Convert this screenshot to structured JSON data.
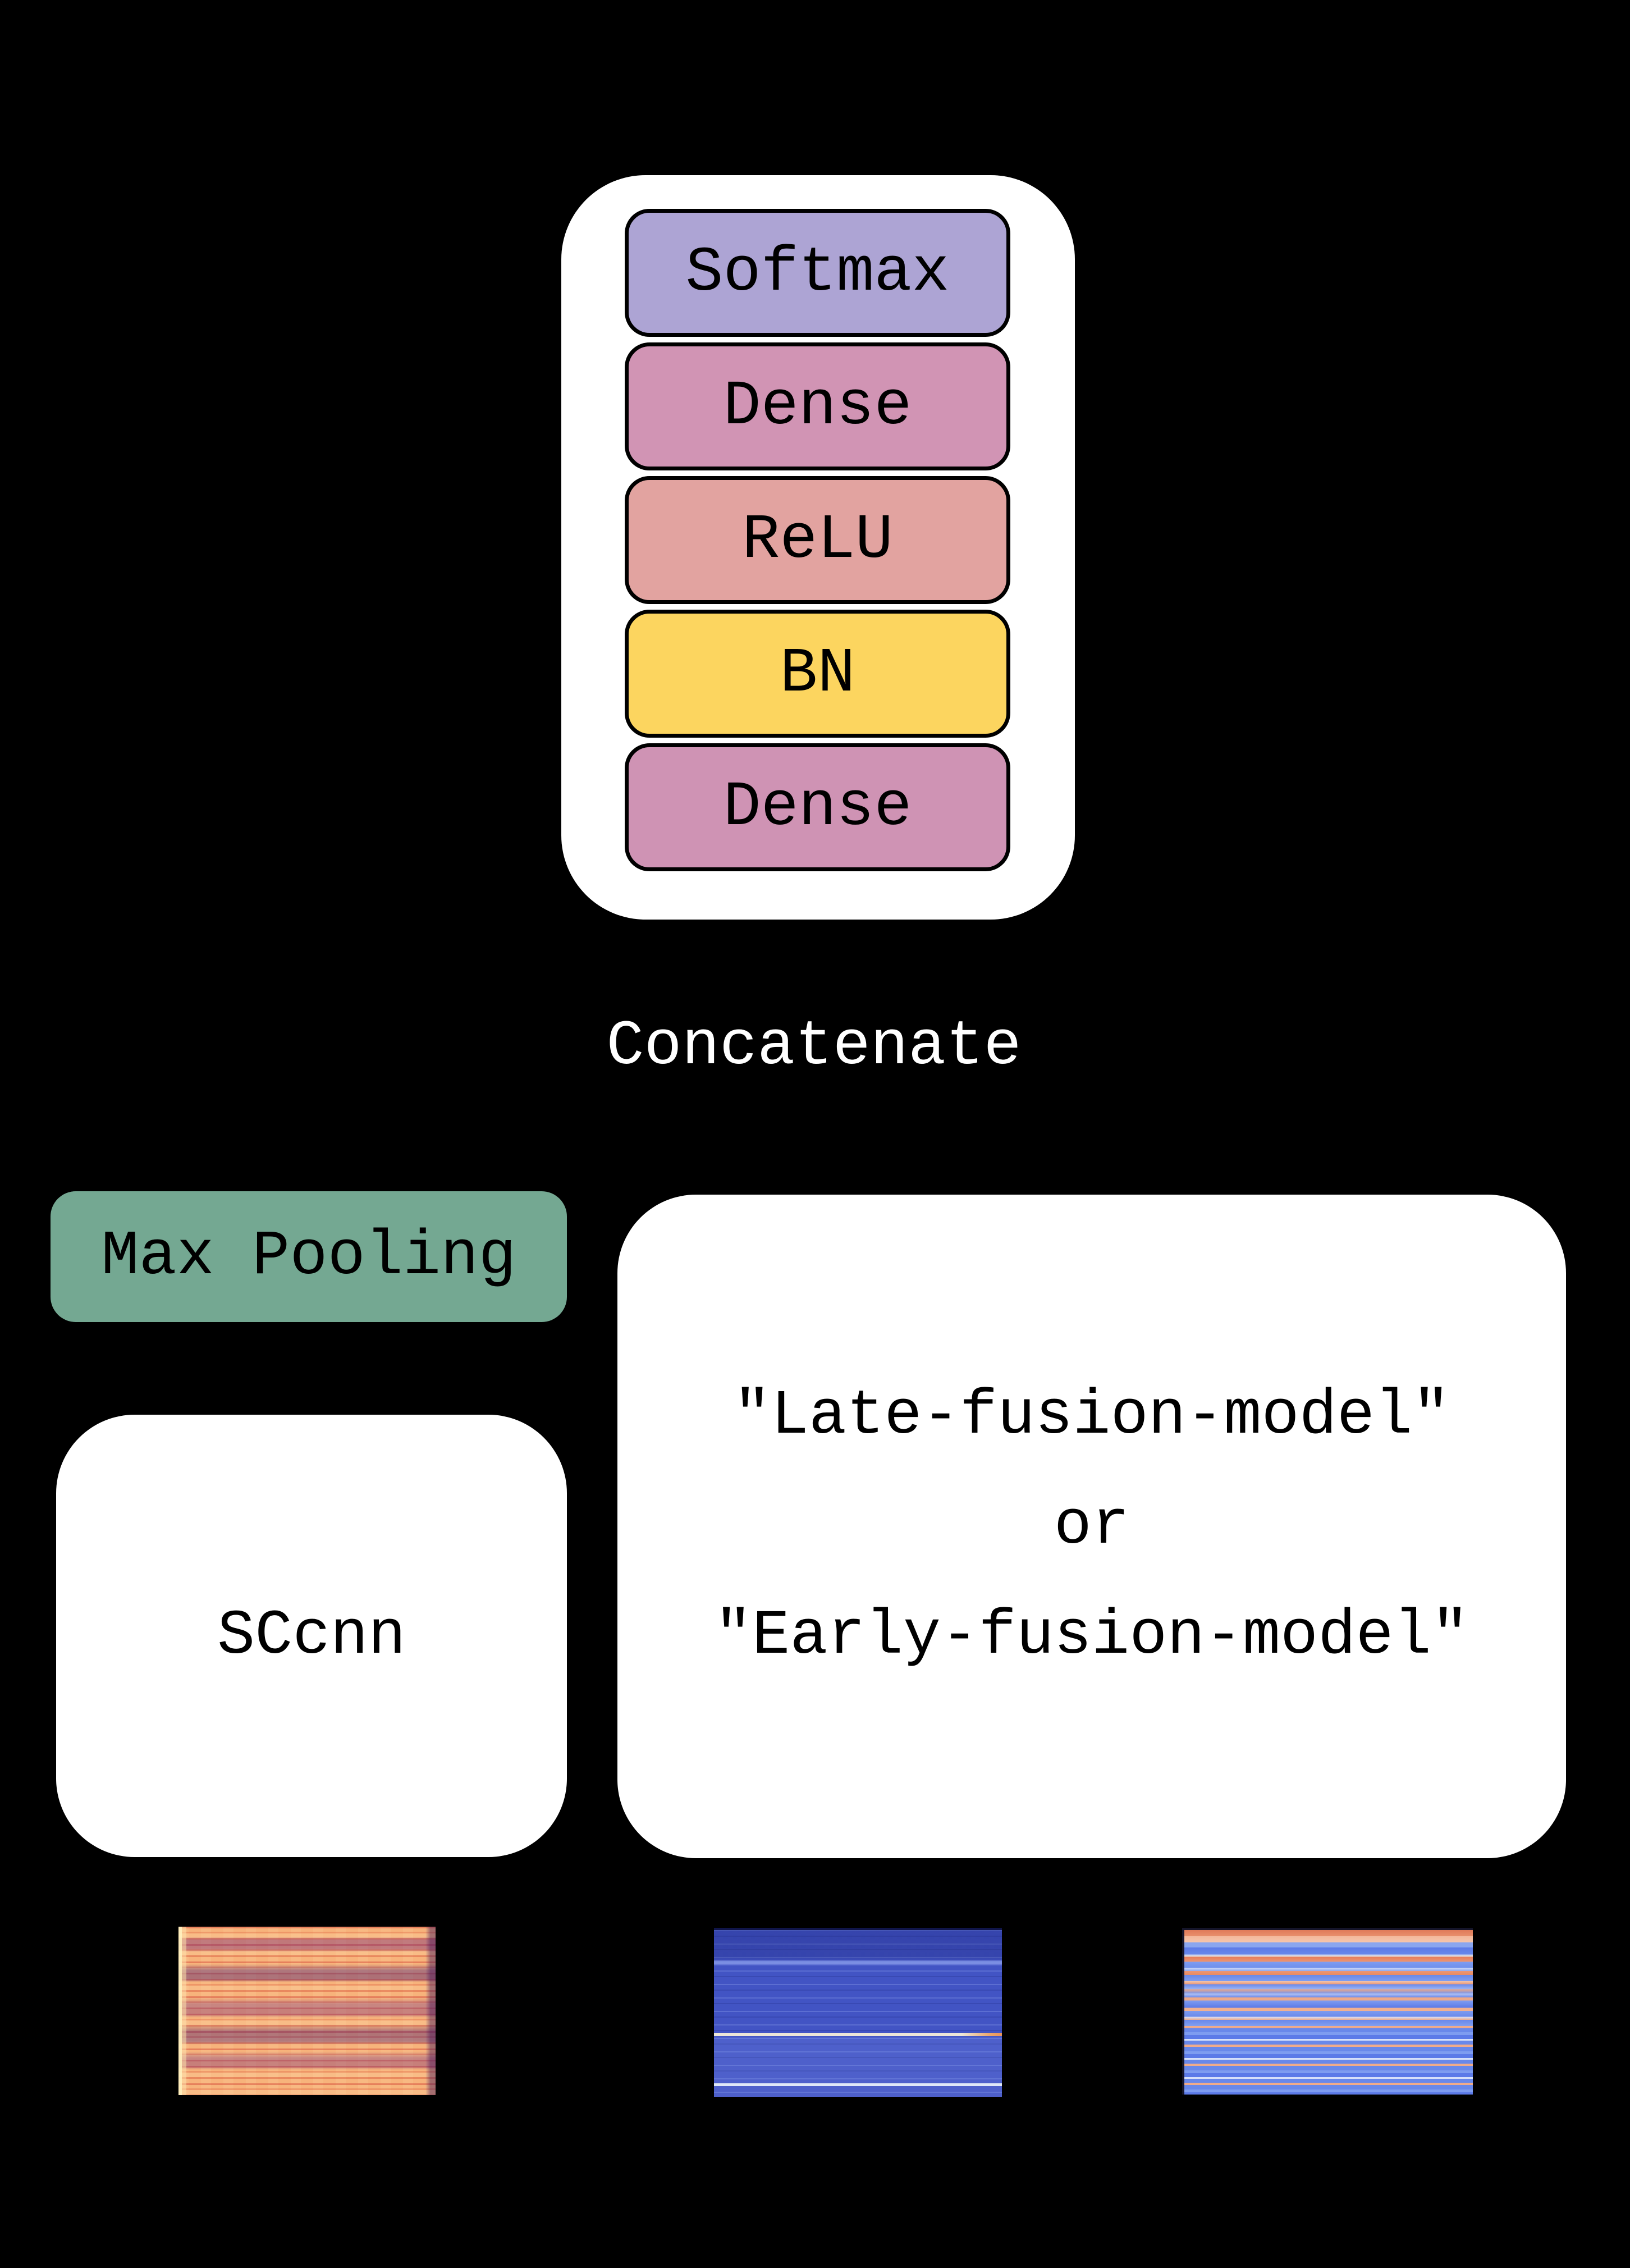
{
  "background_color": "#000000",
  "classifier_stack": {
    "layers": [
      {
        "label": "Softmax",
        "color": "#ada4d4"
      },
      {
        "label": "Dense",
        "color": "#d194b4"
      },
      {
        "label": "ReLU",
        "color": "#e2a3a0"
      },
      {
        "label": "BN",
        "color": "#fcd55f"
      },
      {
        "label": "Dense",
        "color": "#cf93b4"
      }
    ]
  },
  "concatenate_label": "Concatenate",
  "max_pooling": {
    "label": "Max Pooling",
    "color": "#74a892"
  },
  "sccnn": {
    "label": "SCcnn"
  },
  "fusion_box": {
    "line1": "\"Late-fusion-model\"",
    "line2": "or",
    "line3": "\"Early-fusion-model\""
  },
  "spectrograms": [
    {
      "name": "input-spectrogram-magma",
      "palette": [
        "#f7b37b",
        "#d64e3c",
        "#6e1e78",
        "#ffe9a0"
      ]
    },
    {
      "name": "input-spectrogram-blue",
      "palette": [
        "#4254c4",
        "#8296e0",
        "#ece6d8",
        "#e8935a"
      ]
    },
    {
      "name": "input-spectrogram-coolwarm",
      "palette": [
        "#e07a58",
        "#f3b79a",
        "#5c7ae8",
        "#8aa6ef"
      ]
    }
  ]
}
